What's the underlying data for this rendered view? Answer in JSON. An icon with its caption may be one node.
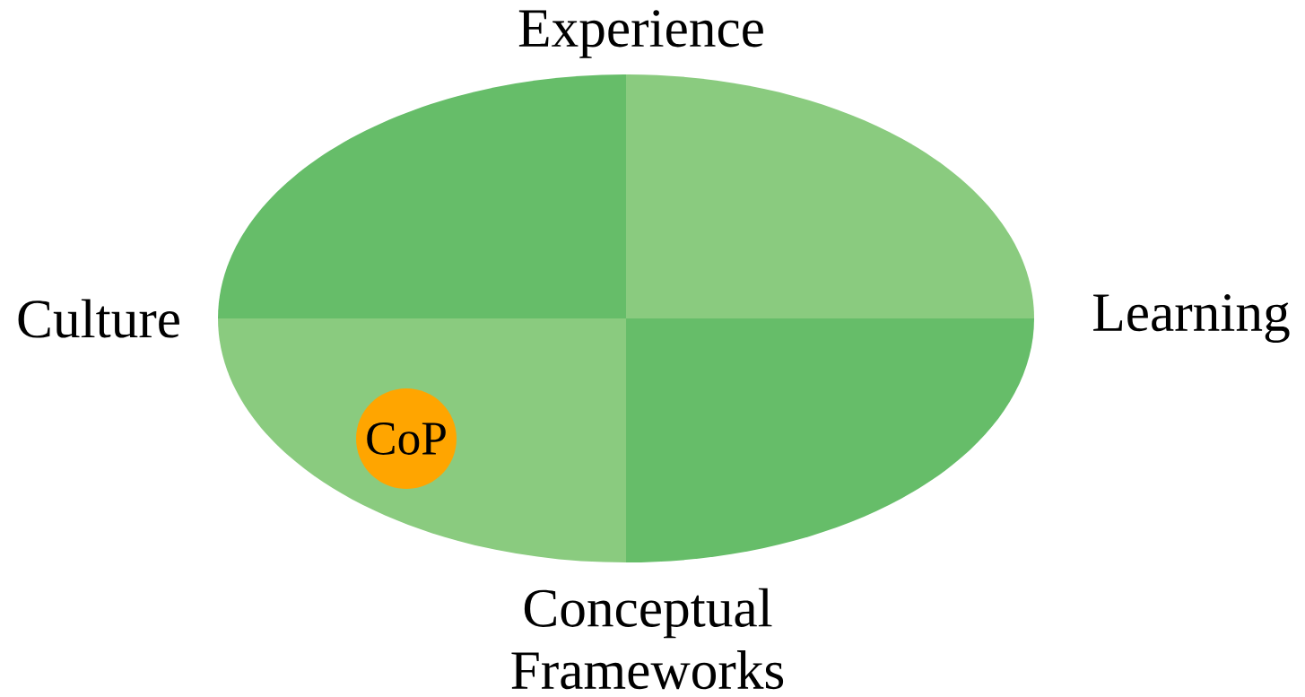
{
  "diagram": {
    "nodes": [
      {
        "text": [
          "CoP"
        ]
      }
    ],
    "labels": [
      "Experience",
      "Culture",
      "Learning",
      "Conceptual Frameworks"
    ]
  }
}
